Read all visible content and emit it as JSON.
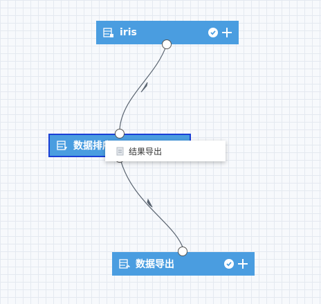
{
  "nodes": {
    "iris": {
      "label": "iris",
      "icon": "table-lock-icon"
    },
    "sort": {
      "label": "数据排序",
      "icon": "table-sort-icon"
    },
    "export": {
      "label": "数据导出",
      "icon": "table-export-icon"
    }
  },
  "context_menu": {
    "items": [
      {
        "label": "结果导出",
        "icon": "export-file-icon"
      }
    ]
  },
  "colors": {
    "node_bg": "#4a9de0",
    "selected_border": "#1a3fd6",
    "edge": "#5a6470"
  }
}
